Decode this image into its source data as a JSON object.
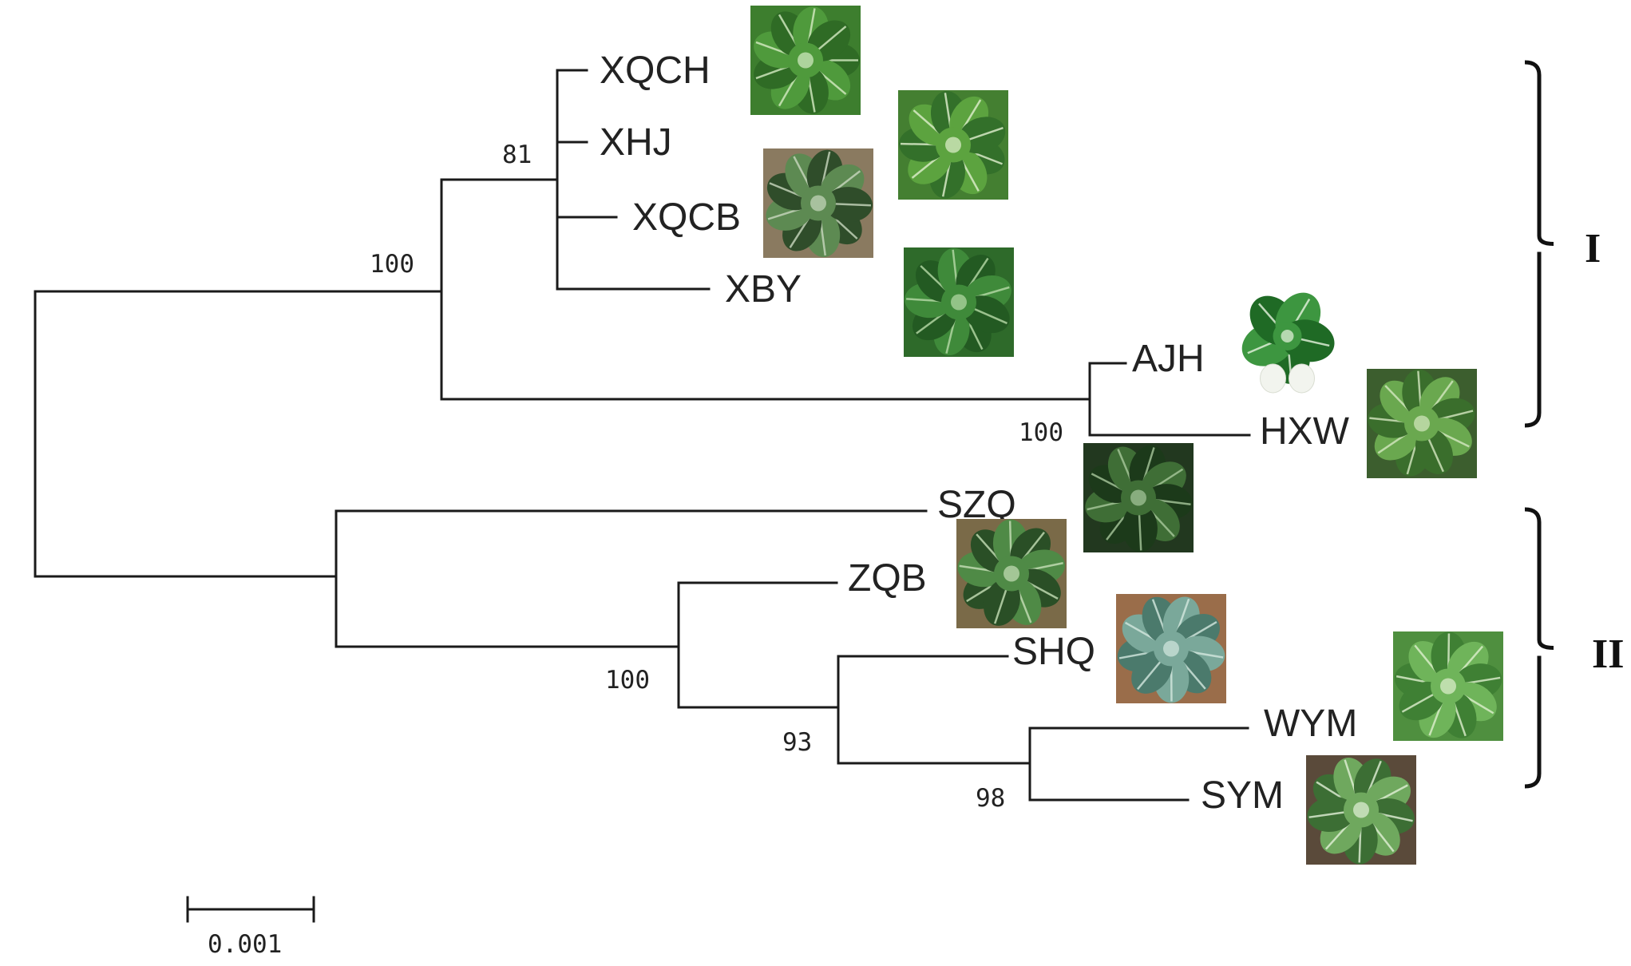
{
  "tree": {
    "taxa": [
      {
        "id": "XQCH",
        "label": "XQCH",
        "photo": {
          "name": "leafy-cabbage-photo",
          "leaf": "#4f9a3c",
          "vein": "#d6ecc4",
          "shade": "#2f6b25",
          "bg": "#3d7e2e"
        }
      },
      {
        "id": "XHJ",
        "label": "XHJ",
        "photo": {
          "name": "curly-cabbage-photo",
          "leaf": "#5ca33f",
          "vein": "#e1f0cf",
          "shade": "#33702a",
          "bg": "#447f31"
        }
      },
      {
        "id": "XQCB",
        "label": "XQCB",
        "photo": {
          "name": "dark-cabbage-photo",
          "leaf": "#5d8a52",
          "vein": "#c9d8bf",
          "shade": "#2f4d2a",
          "bg": "#8a7a60"
        }
      },
      {
        "id": "XBY",
        "label": "XBY",
        "photo": {
          "name": "rosette-cabbage-photo",
          "leaf": "#3f8a3a",
          "vein": "#b8dba8",
          "shade": "#235a22",
          "bg": "#2e6a2a"
        }
      },
      {
        "id": "AJH",
        "label": "AJH",
        "photo": {
          "name": "bok-choy-cutout-photo",
          "leaf": "#3d9640",
          "vein": "#e8f4e0",
          "shade": "#1f6a25",
          "bg": "#ffffff"
        }
      },
      {
        "id": "HXW",
        "label": "HXW",
        "photo": {
          "name": "crinkled-greens-photo",
          "leaf": "#6aa84f",
          "vein": "#d5e8c1",
          "shade": "#3a6e2c",
          "bg": "#3c5e2e"
        }
      },
      {
        "id": "SZQ",
        "label": "SZQ",
        "photo": {
          "name": "dark-bok-choy-photo",
          "leaf": "#3f6e36",
          "vein": "#a8c89c",
          "shade": "#1c3a1a",
          "bg": "#22381f"
        }
      },
      {
        "id": "ZQB",
        "label": "ZQB",
        "photo": {
          "name": "field-bok-choy-photo",
          "leaf": "#4f8a46",
          "vein": "#c7e0b8",
          "shade": "#2a4f26",
          "bg": "#7a6a48"
        }
      },
      {
        "id": "SHQ",
        "label": "SHQ",
        "photo": {
          "name": "blue-green-pak-choi-photo",
          "leaf": "#7aa89a",
          "vein": "#d4e8df",
          "shade": "#4b7a6c",
          "bg": "#9a6d4a"
        }
      },
      {
        "id": "WYM",
        "label": "WYM",
        "photo": {
          "name": "bright-pak-choi-photo",
          "leaf": "#6fb45a",
          "vein": "#dff0cf",
          "shade": "#3f8034",
          "bg": "#4f8f3f"
        }
      },
      {
        "id": "SYM",
        "label": "SYM",
        "photo": {
          "name": "spoon-pak-choi-photo",
          "leaf": "#6fa85e",
          "vein": "#e3f1d8",
          "shade": "#3c6e34",
          "bg": "#5a4a3a"
        }
      }
    ],
    "supports": {
      "ingroup_I": "100",
      "xqch_xhj": "81",
      "ajh_hxw": "100",
      "zqb_group": "100",
      "shq_group": "93",
      "wym_sym": "98"
    },
    "clades": [
      {
        "label": "I",
        "members": [
          "XQCH",
          "XHJ",
          "XQCB",
          "XBY",
          "AJH",
          "HXW"
        ]
      },
      {
        "label": "II",
        "members": [
          "SZQ",
          "ZQB",
          "SHQ",
          "WYM",
          "SYM"
        ]
      }
    ],
    "scale_bar": {
      "label": "0.001"
    }
  },
  "colors": {
    "branch": "#1a1a1a",
    "text": "#222222"
  }
}
